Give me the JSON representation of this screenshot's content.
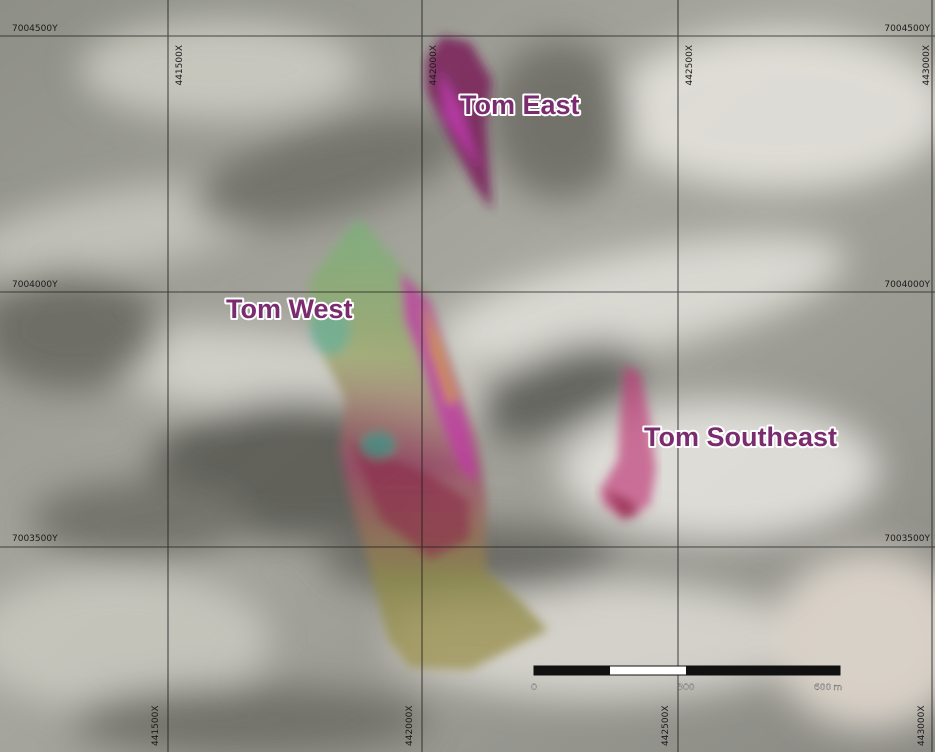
{
  "grid": {
    "x_labels": [
      "441500X",
      "442000X",
      "442500X",
      "443000X"
    ],
    "y_labels": [
      "7004500Y",
      "7004000Y",
      "7003500Y"
    ]
  },
  "targets": [
    {
      "name": "Tom East",
      "color": "#6b1f5e"
    },
    {
      "name": "Tom West",
      "color": "#6b1f5e"
    },
    {
      "name": "Tom Southeast",
      "color": "#6b1f5e"
    }
  ],
  "scale_bar": {
    "labels": [
      "0",
      "300",
      "600"
    ],
    "unit": "m"
  },
  "colors": {
    "terrain_base": "#9a9a92",
    "label_fill": "#7a2c6e",
    "label_halo": "#ffffff",
    "grid": "#1e1e1e"
  }
}
